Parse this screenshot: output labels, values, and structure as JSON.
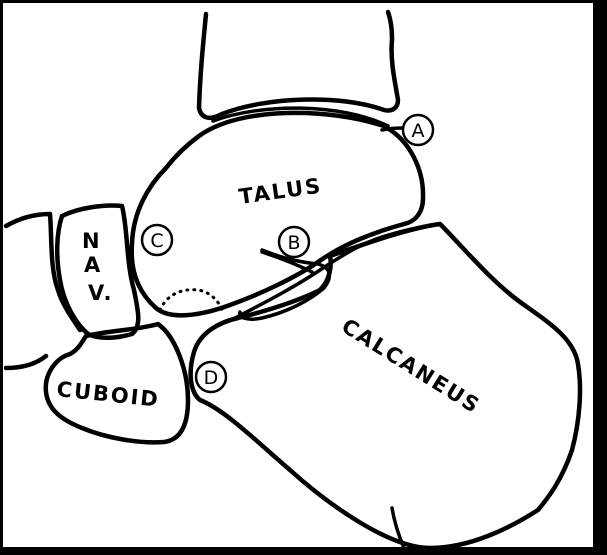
{
  "bones": {
    "talus": "TALUS",
    "calcaneus": "CALCANEUS",
    "cuboid": "CUBOID",
    "navicular": [
      "N",
      "A",
      "V."
    ]
  },
  "joint_markers": {
    "a": "A",
    "b": "B",
    "c": "C",
    "d": "D"
  },
  "colors": {
    "paper": "#ffffff",
    "ink": "#000000",
    "frame": "#000000"
  }
}
